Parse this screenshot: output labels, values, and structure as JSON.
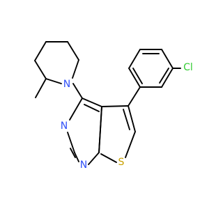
{
  "structure": {
    "atoms": {
      "cl": {
        "text": "Cl",
        "color": "#33cc33"
      },
      "n_piperidine": {
        "text": "N",
        "color": "#3050f8"
      },
      "n_upper": {
        "text": "N",
        "color": "#3050f8"
      },
      "n_lower": {
        "text": "N",
        "color": "#3050f8"
      },
      "s": {
        "text": "S",
        "color": "#c8a000"
      }
    }
  }
}
